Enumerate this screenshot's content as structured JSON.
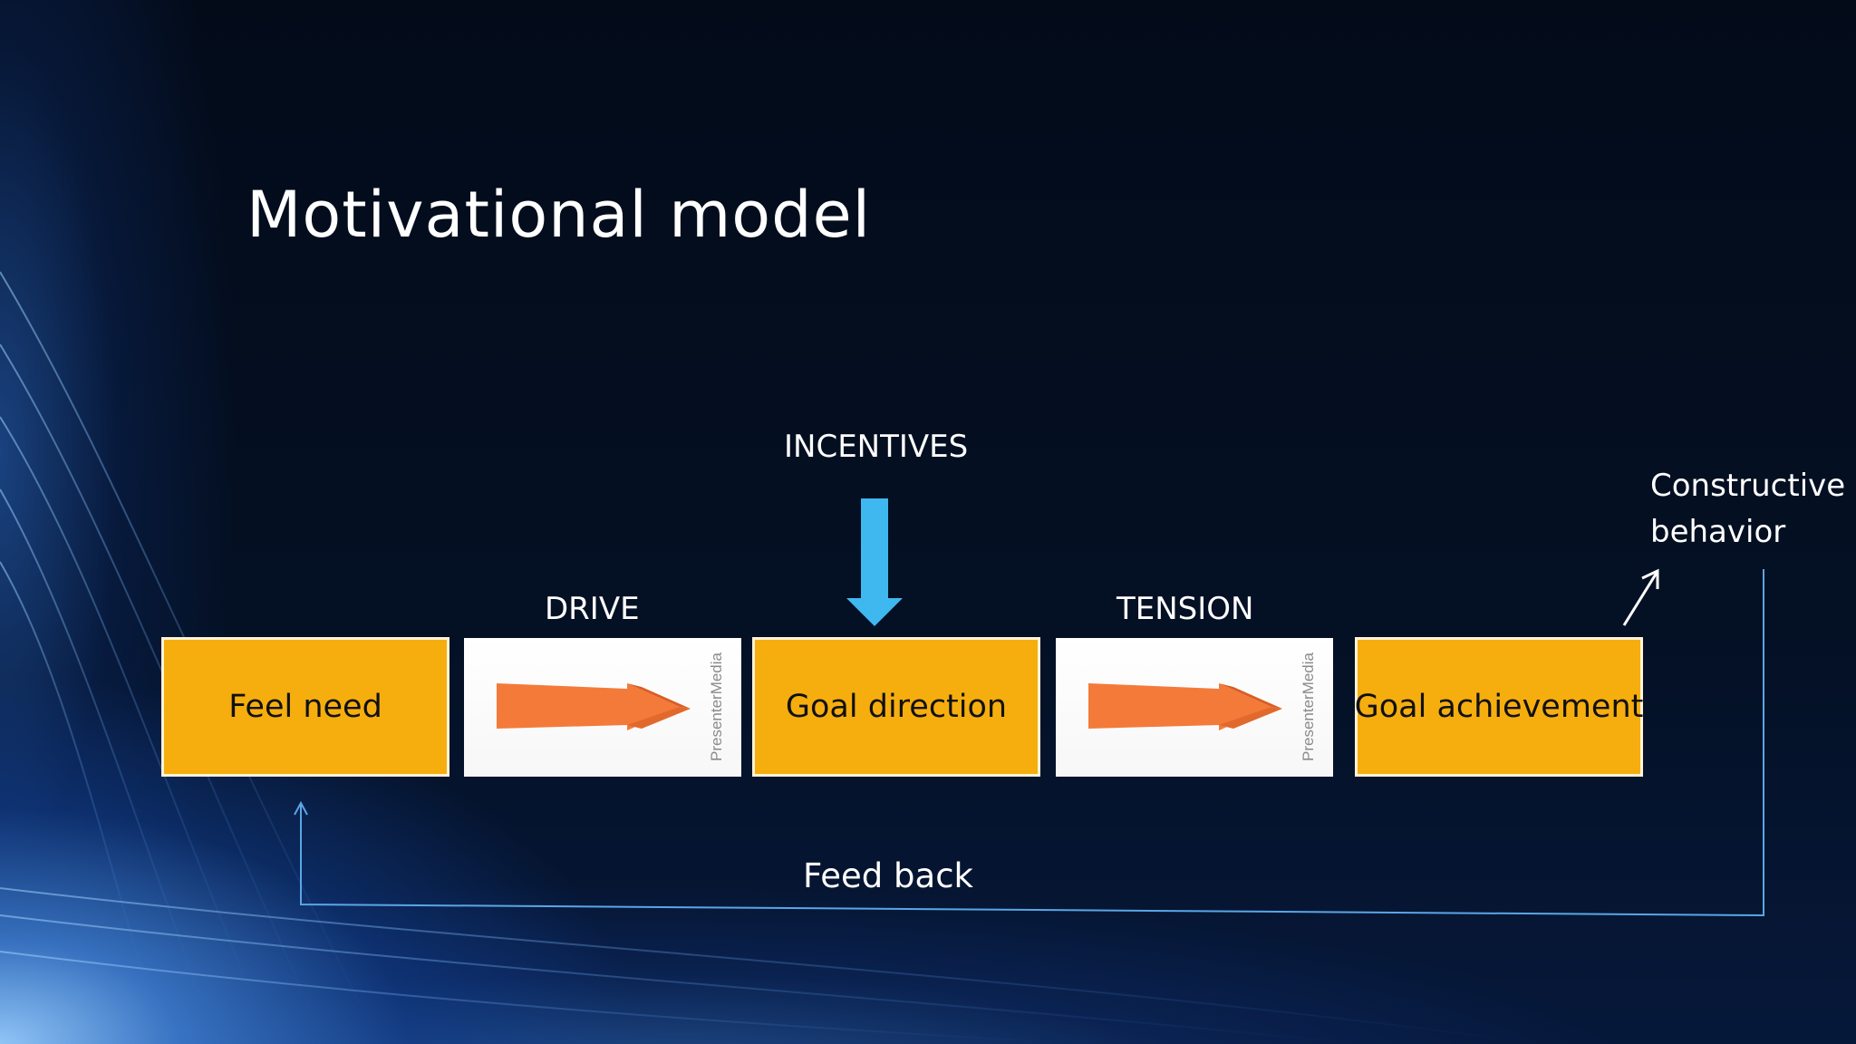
{
  "slide": {
    "title": "Motivational model"
  },
  "diagram": {
    "incentives_label": "INCENTIVES",
    "drive_label": "DRIVE",
    "tension_label": "TENSION",
    "constructive_label_line1": "Constructive",
    "constructive_label_line2": "behavior",
    "feedback_label": "Feed back",
    "boxes": [
      {
        "label": "Feel need"
      },
      {
        "label": "Goal direction"
      },
      {
        "label": "Goal achievement"
      }
    ],
    "watermark_text": "PresenterMedia"
  },
  "colors": {
    "background": "#030c1c",
    "box_fill": "#f6ae0f",
    "box_border": "#fff3d6",
    "incentive_arrow": "#3fb8f0",
    "orange_arrow": "#f47a3a",
    "feedback_line": "#5aa6e6",
    "text": "#ffffff"
  }
}
